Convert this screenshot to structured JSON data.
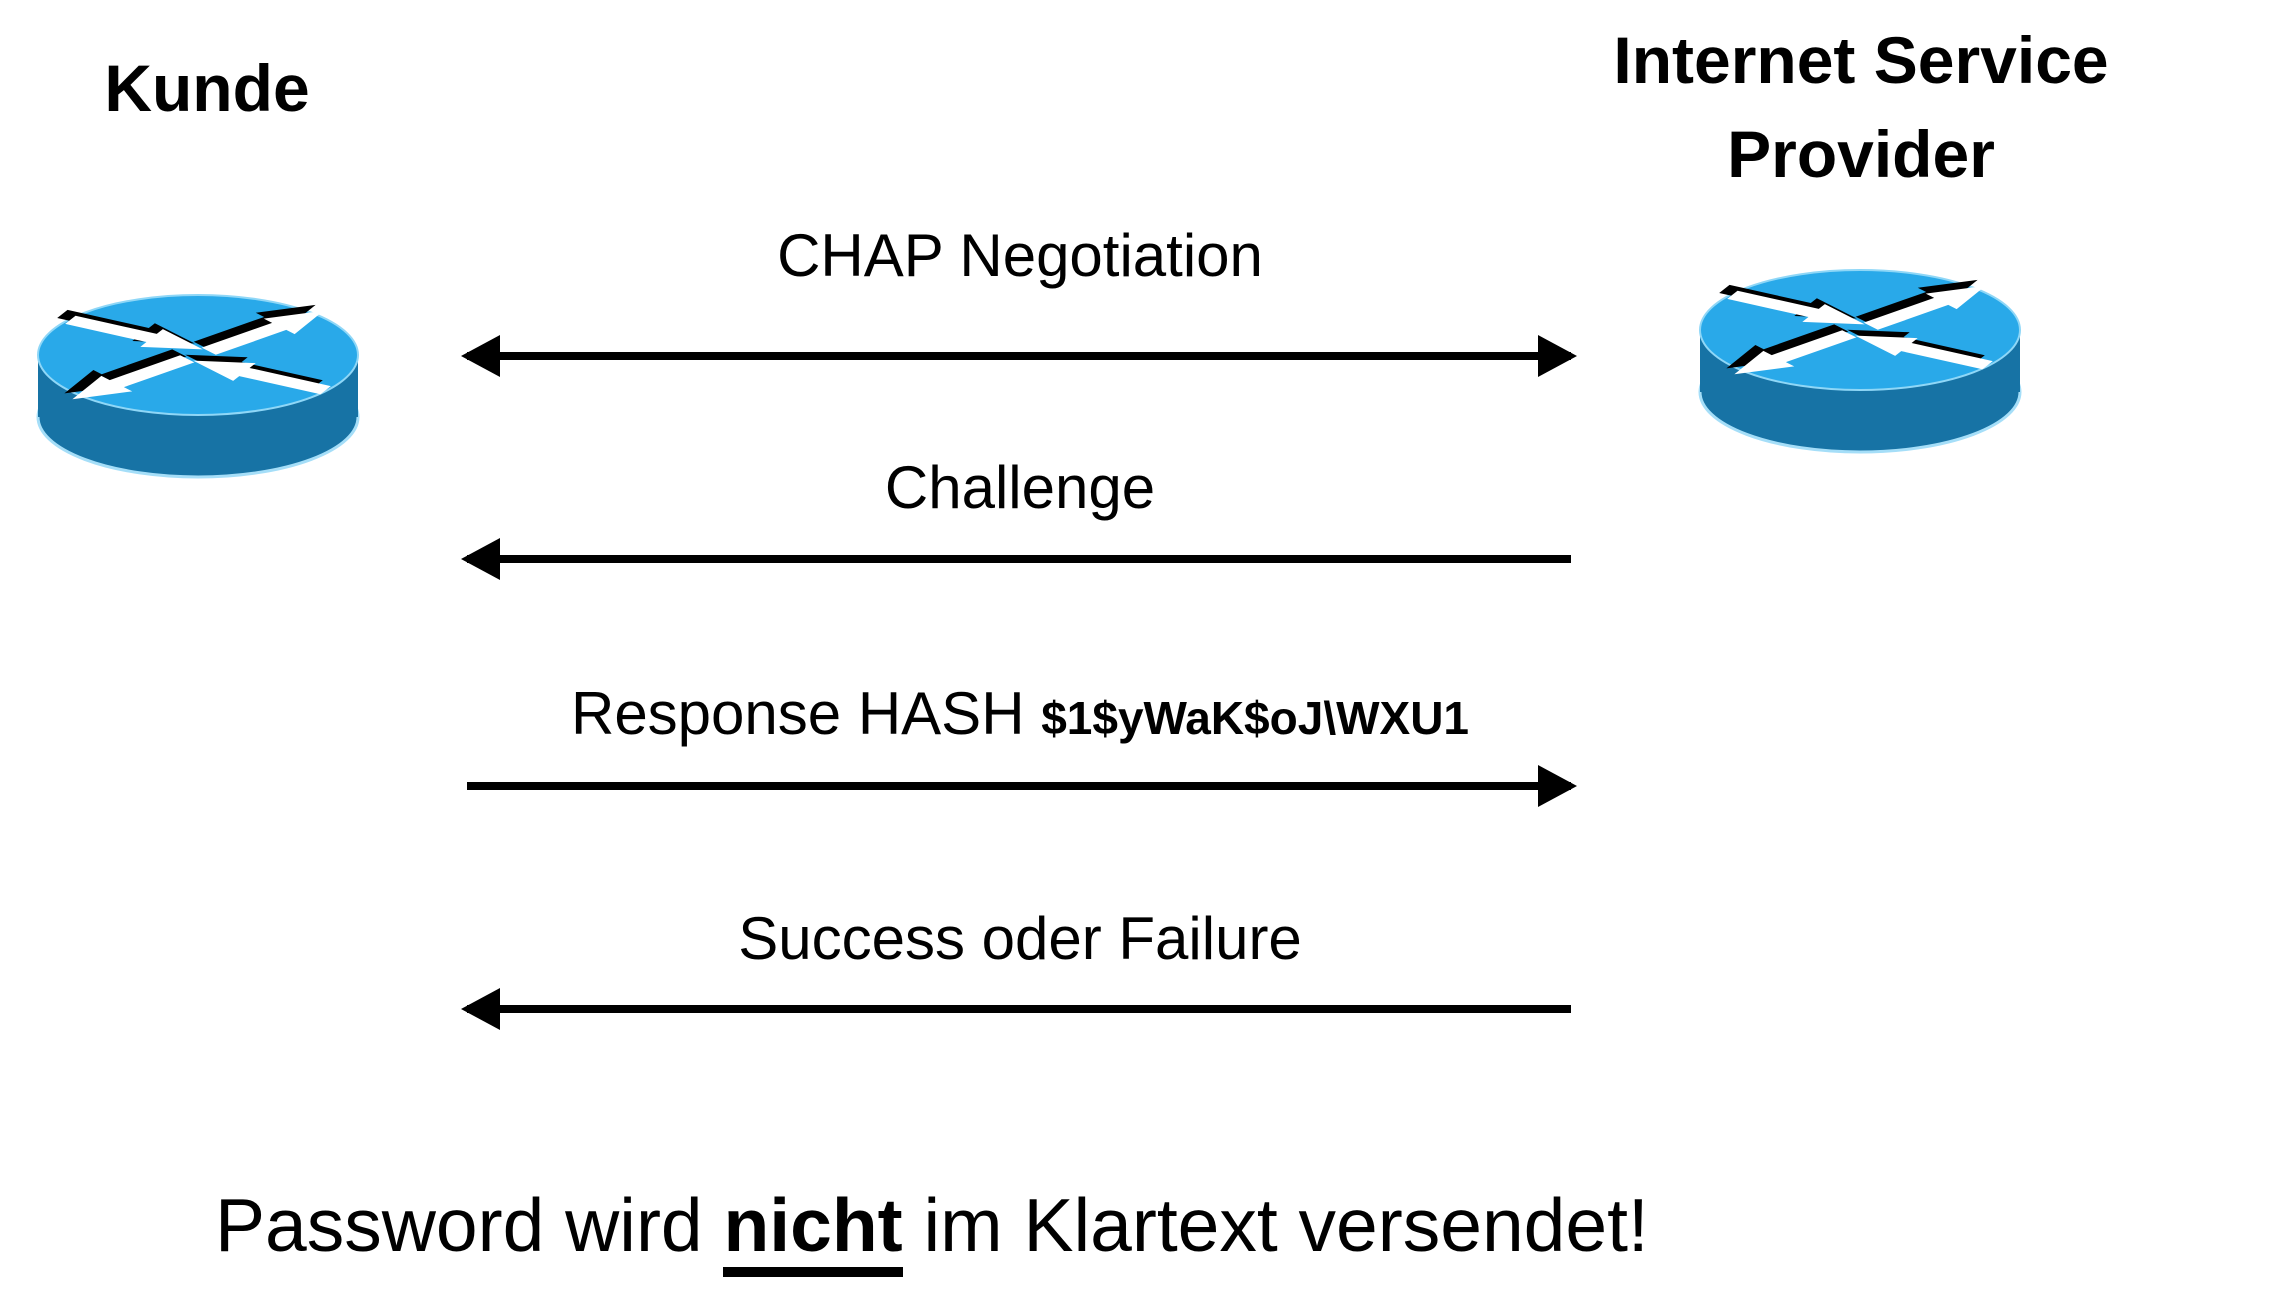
{
  "diagram": {
    "title_left": "Kunde",
    "title_right": "Internet Service Provider",
    "messages": [
      {
        "label": "CHAP Negotiation",
        "direction": "both"
      },
      {
        "label": "Challenge",
        "direction": "left"
      },
      {
        "label": "Response HASH ",
        "hash": "$1$yWaK$oJ\\WXU1",
        "direction": "right"
      },
      {
        "label": "Success oder Failure",
        "direction": "left"
      }
    ],
    "footer": {
      "prefix": "Password wird ",
      "emphasis": "nicht",
      "suffix": " im Klartext versendet!"
    },
    "colors": {
      "router_top": "#29A9E9",
      "router_side": "#1773A5",
      "router_rim": "#A5DEF8",
      "arrow": "#000000",
      "text": "#000000",
      "background": "#FFFFFF"
    }
  }
}
